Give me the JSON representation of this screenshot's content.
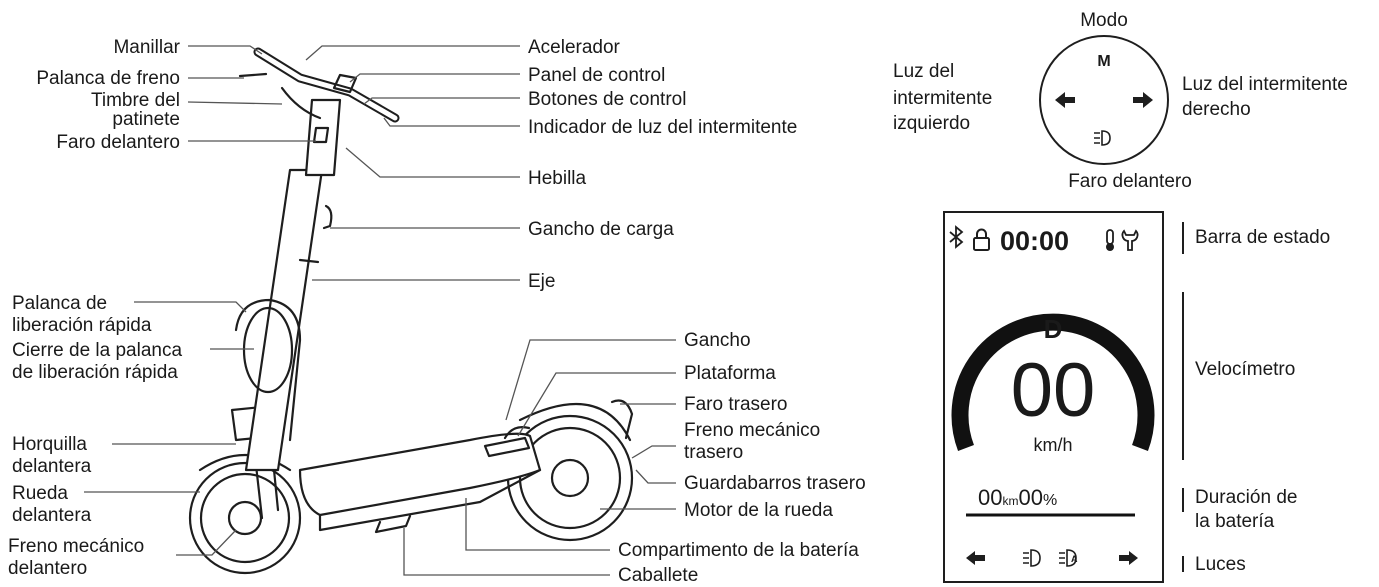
{
  "scooter_labels": {
    "left": {
      "manillar": "Manillar",
      "palanca_freno": "Palanca de freno",
      "timbre_1": "Timbre del",
      "timbre_2": "patinete",
      "faro_delantero": "Faro delantero",
      "palanca_liberacion_1": "Palanca de",
      "palanca_liberacion_2": "liberación rápida",
      "cierre_1": "Cierre de la palanca",
      "cierre_2": "de liberación rápida",
      "horquilla_1": "Horquilla",
      "horquilla_2": "delantera",
      "rueda_1": "Rueda",
      "rueda_2": "delantera",
      "freno_delantero_1": "Freno mecánico",
      "freno_delantero_2": "delantero"
    },
    "right": {
      "acelerador": "Acelerador",
      "panel_control": "Panel de control",
      "botones_control": "Botones de control",
      "indicador_intermitente": "Indicador de luz del intermitente",
      "hebilla": "Hebilla",
      "gancho_carga": "Gancho de carga",
      "eje": "Eje",
      "gancho": "Gancho",
      "plataforma": "Plataforma",
      "faro_trasero": "Faro trasero",
      "freno_trasero_1": "Freno mecánico",
      "freno_trasero_2": "trasero",
      "guardabarros": "Guardabarros trasero",
      "motor": "Motor de la rueda",
      "compartimento": "Compartimento de la batería",
      "caballete": "Caballete"
    }
  },
  "buttons_diagram": {
    "top": "Modo",
    "left_1": "Luz del",
    "left_2": "intermitente",
    "left_3": "izquierdo",
    "right_1": "Luz del intermitente",
    "right_2": "derecho",
    "bottom": "Faro delantero",
    "center_letter": "M"
  },
  "display": {
    "time": "00:00",
    "mode": "D",
    "speed": "00",
    "unit": "km/h",
    "odometer_value": "00",
    "odometer_unit": "km",
    "battery_value": "00",
    "battery_unit": "%",
    "labels": {
      "barra_estado": "Barra de estado",
      "velocimetro": "Velocímetro",
      "duracion_1": "Duración de",
      "duracion_2": "la batería",
      "luces": "Luces"
    }
  },
  "icons": [
    "bluetooth-icon",
    "lock-icon",
    "thermometer-icon",
    "wrench-icon",
    "arrow-left-icon",
    "arrow-right-icon",
    "headlight-icon",
    "auto-headlight-icon"
  ]
}
